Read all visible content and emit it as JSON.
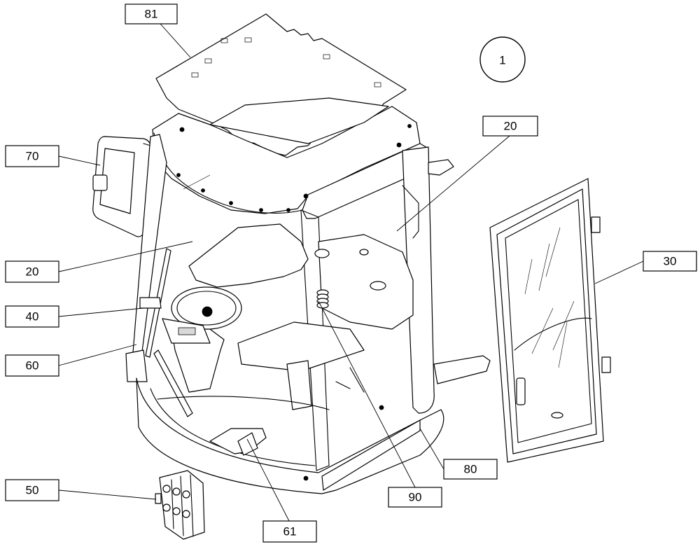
{
  "sheet_number": "1",
  "callouts": [
    {
      "id": "81",
      "text": "81"
    },
    {
      "id": "70",
      "text": "70"
    },
    {
      "id": "20a",
      "text": "20"
    },
    {
      "id": "20b",
      "text": "20"
    },
    {
      "id": "30",
      "text": "30"
    },
    {
      "id": "40",
      "text": "40"
    },
    {
      "id": "60",
      "text": "60"
    },
    {
      "id": "50",
      "text": "50"
    },
    {
      "id": "61",
      "text": "61"
    },
    {
      "id": "90",
      "text": "90"
    },
    {
      "id": "80",
      "text": "80"
    }
  ]
}
